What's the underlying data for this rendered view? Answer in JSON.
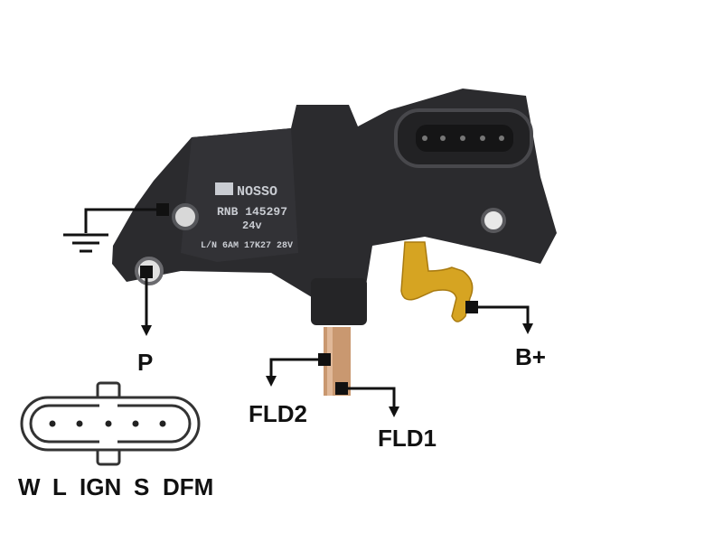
{
  "product": {
    "brand": "NOSSO",
    "part_number": "RNB 145297",
    "voltage": "24v",
    "lot_code": "L/N 6AM 17K27 28V"
  },
  "terminals": {
    "ground": "ground-symbol",
    "p": "P",
    "fld2": "FLD2",
    "fld1": "FLD1",
    "b_plus": "B+"
  },
  "connector": {
    "pins": [
      "W",
      "L",
      "IGN",
      "S",
      "DFM"
    ]
  },
  "colors": {
    "body": "#2b2b2e",
    "copper": "#c99870",
    "gold": "#d6a422",
    "line": "#111111"
  }
}
